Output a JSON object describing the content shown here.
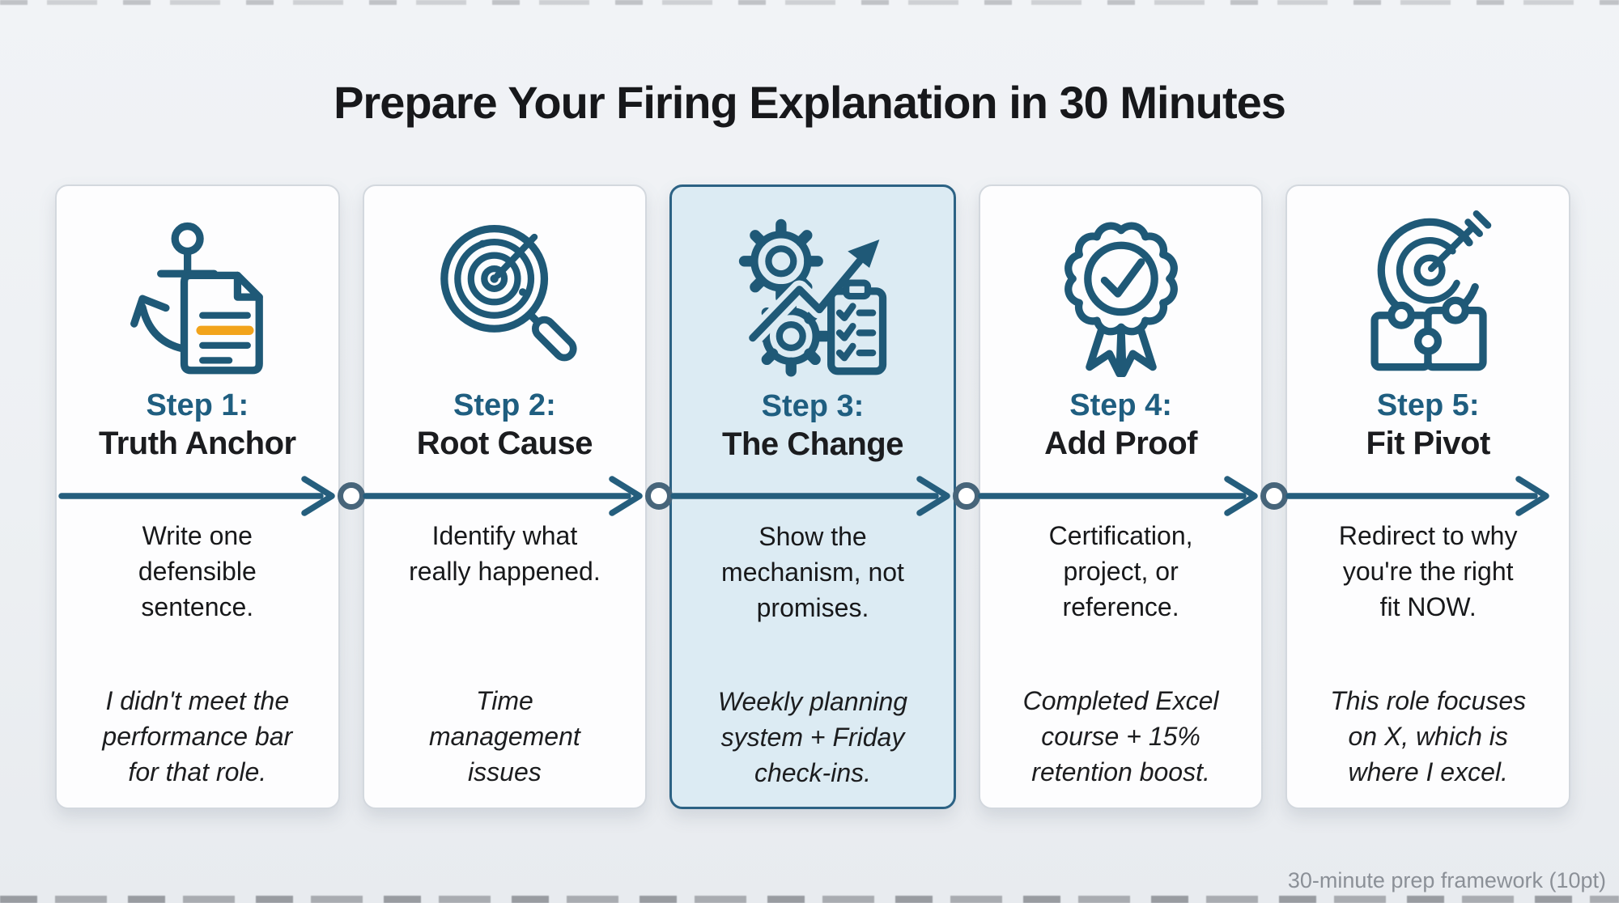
{
  "page": {
    "title": "Prepare Your Firing Explanation in 30 Minutes",
    "footer": "30-minute prep framework (10pt)"
  },
  "steps": [
    {
      "label": "Step 1:",
      "name": "Truth Anchor",
      "description": "Write one\ndefensible\nsentence.",
      "example": "I didn't meet the\nperformance bar\nfor that role.",
      "icon": "anchor-document-icon",
      "highlighted": false
    },
    {
      "label": "Step 2:",
      "name": "Root Cause",
      "description": "Identify what\nreally happened.",
      "example": "Time\nmanagement\nissues",
      "icon": "magnifier-target-icon",
      "highlighted": false
    },
    {
      "label": "Step 3:",
      "name": "The Change",
      "description": "Show the\nmechanism, not\npromises.",
      "example": "Weekly planning\nsystem + Friday\ncheck-ins.",
      "icon": "gears-growth-arrow-clipboard-icon",
      "highlighted": true
    },
    {
      "label": "Step 4:",
      "name": "Add Proof",
      "description": "Certification,\nproject, or\nreference.",
      "example": "Completed Excel\ncourse + 15%\nretention boost.",
      "icon": "award-badge-check-icon",
      "highlighted": false
    },
    {
      "label": "Step 5:",
      "name": "Fit Pivot",
      "description": "Redirect to why\nyou're the right\nfit NOW.",
      "example": "This role focuses\non X, which is\nwhere I excel.",
      "icon": "target-dart-puzzle-icon",
      "highlighted": false
    }
  ],
  "colors": {
    "accent_blue": "#1f5e80",
    "icon_stroke": "#1f5977",
    "arrow_color": "#255e7d",
    "node_color": "#47657a",
    "highlight_bg": "#dcebf3",
    "highlight_border": "#2c6284",
    "orange": "#f2a41c",
    "footer_gray": "#8b9097"
  }
}
